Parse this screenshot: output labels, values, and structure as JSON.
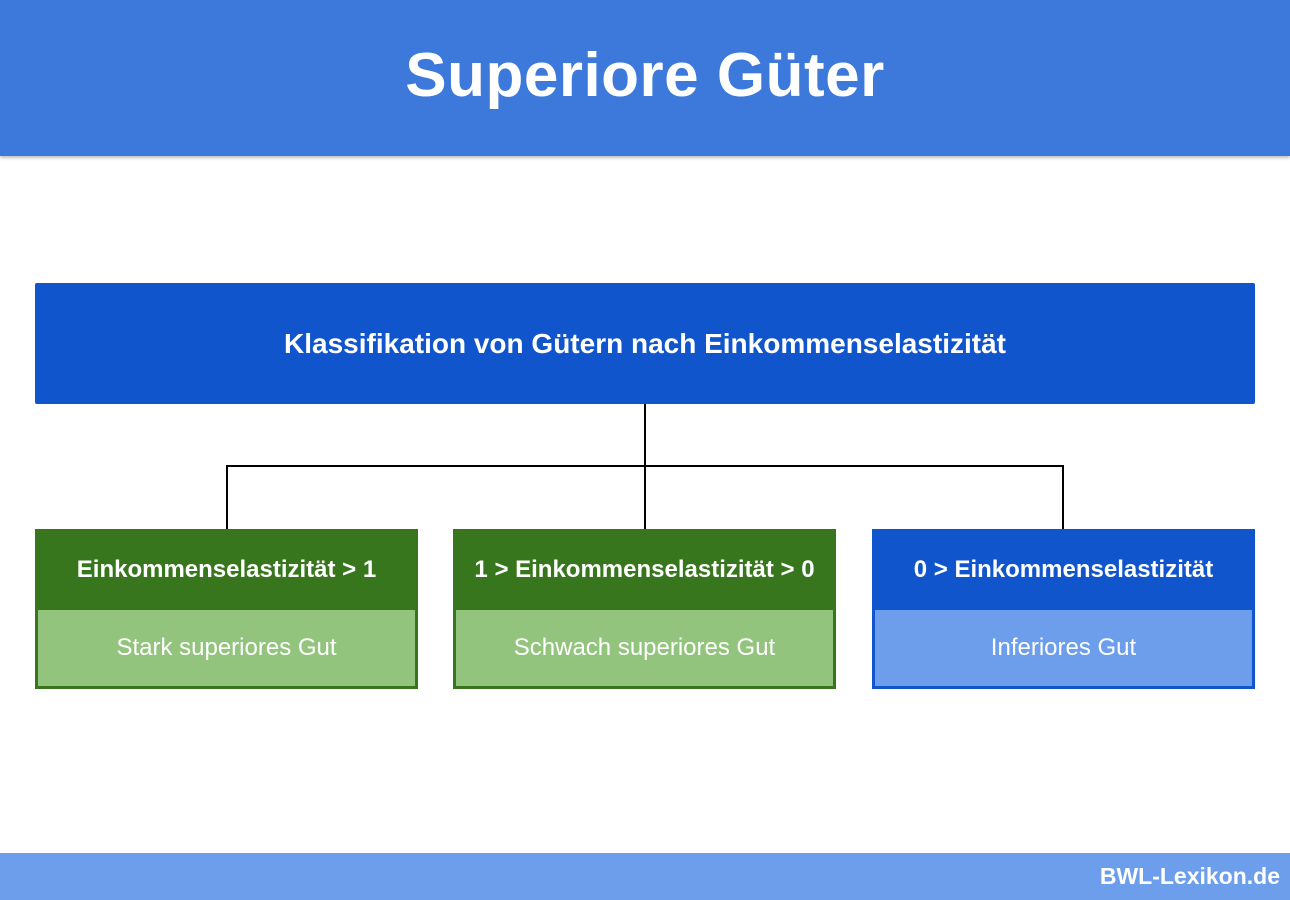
{
  "header": {
    "title": "Superiore Güter"
  },
  "diagram": {
    "root": "Klassifikation von Gütern nach Einkommenselastizität",
    "children": [
      {
        "condition": "Einkommenselastizität > 1",
        "category": "Stark superiores Gut",
        "color": "#38761d",
        "fill": "#93c47d"
      },
      {
        "condition": "1 > Einkommenselastizität > 0",
        "category": "Schwach superiores Gut",
        "color": "#38761d",
        "fill": "#93c47d"
      },
      {
        "condition": "0 > Einkommenselastizität",
        "category": "Inferiores Gut",
        "color": "#1155cc",
        "fill": "#6d9eeb"
      }
    ]
  },
  "footer": {
    "brand": "BWL-Lexikon.de"
  },
  "colors": {
    "header": "#3c79db",
    "root": "#1155cc",
    "footer": "#6d9eeb"
  }
}
